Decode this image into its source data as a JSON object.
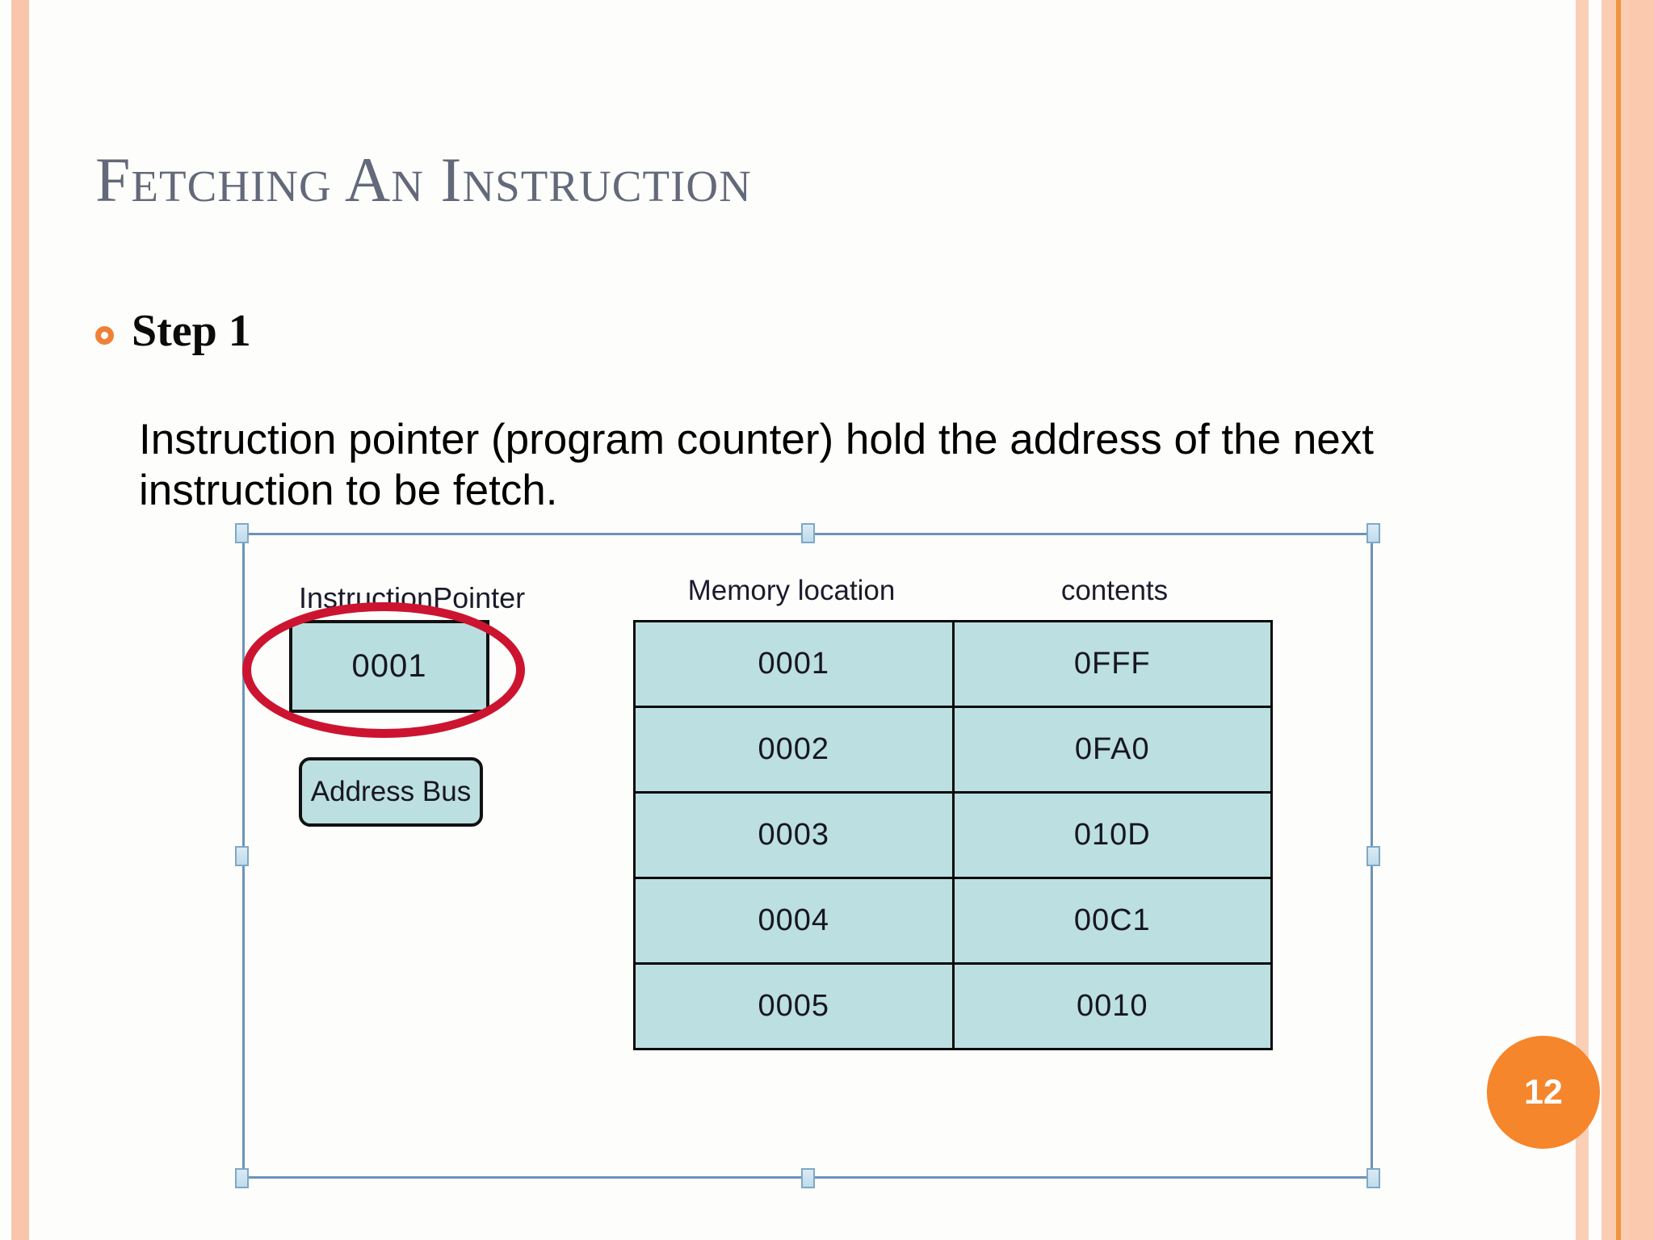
{
  "slide": {
    "title": "Fetching an Instruction",
    "page_number": "12",
    "accent_color": "#f5862c",
    "title_color": "#63697a"
  },
  "content": {
    "bullet": {
      "icon": "ring-bullet",
      "label": "Step 1"
    },
    "paragraph": "Instruction pointer (program counter) hold the address of the next instruction to be fetch."
  },
  "diagram": {
    "instruction_pointer": {
      "label": "InstructionPointer",
      "value": "0001",
      "highlight_color": "#cc1430",
      "box_fill": "#b9dee0"
    },
    "address_bus": {
      "label": "Address Bus"
    },
    "memory_table": {
      "headers": [
        "Memory location",
        "contents"
      ],
      "rows": [
        {
          "location": "0001",
          "contents": "0FFF"
        },
        {
          "location": "0002",
          "contents": "0FA0"
        },
        {
          "location": "0003",
          "contents": "010D"
        },
        {
          "location": "0004",
          "contents": "00C1"
        },
        {
          "location": "0005",
          "contents": "0010"
        }
      ]
    }
  }
}
